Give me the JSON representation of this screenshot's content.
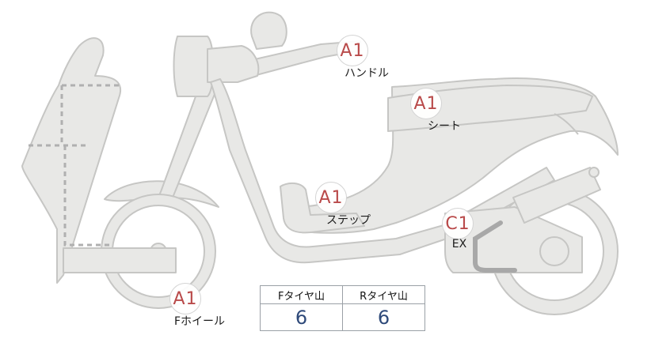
{
  "parts": [
    {
      "id": "handle",
      "grade": "A1",
      "label": "ハンドル"
    },
    {
      "id": "seat",
      "grade": "A1",
      "label": "シート"
    },
    {
      "id": "step",
      "grade": "A1",
      "label": "ステップ"
    },
    {
      "id": "exhaust",
      "grade": "C1",
      "label": "EX"
    },
    {
      "id": "front-wheel",
      "grade": "A1",
      "label": "Fホイール"
    }
  ],
  "tire_table": {
    "headers": [
      "Fタイヤ山",
      "Rタイヤ山"
    ],
    "values": [
      "6",
      "6"
    ]
  },
  "colors": {
    "body_fill": "#e8e8e6",
    "body_stroke": "#c6c6c4",
    "grade_text": "#b94a4a",
    "value_text": "#2f4a7a",
    "exhaust_pipe": "#a8a8a8"
  }
}
